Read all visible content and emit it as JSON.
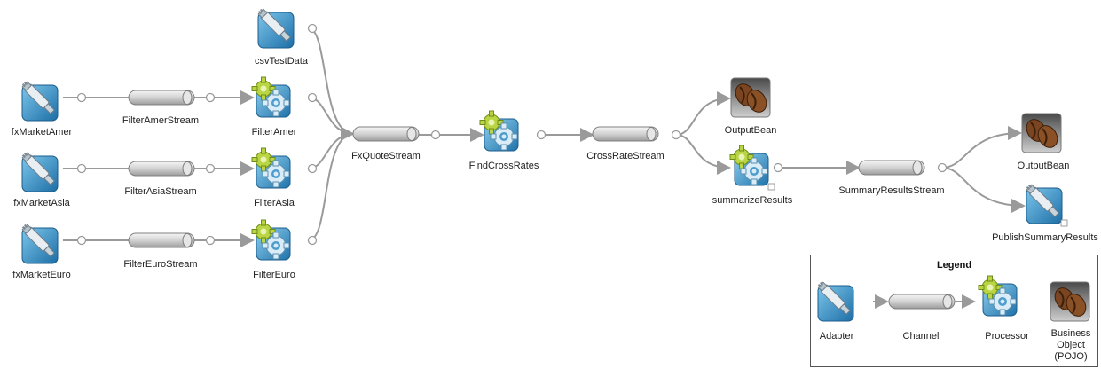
{
  "nodes": {
    "csvTestData": "csvTestData",
    "fxMarketAmer": "fxMarketAmer",
    "fxMarketAsia": "fxMarketAsia",
    "fxMarketEuro": "fxMarketEuro",
    "FilterAmerStream": "FilterAmerStream",
    "FilterAsiaStream": "FilterAsiaStream",
    "FilterEuroStream": "FilterEuroStream",
    "FilterAmer": "FilterAmer",
    "FilterAsia": "FilterAsia",
    "FilterEuro": "FilterEuro",
    "FxQuoteStream": "FxQuoteStream",
    "FindCrossRates": "FindCrossRates",
    "CrossRateStream": "CrossRateStream",
    "OutputBean1": "OutputBean",
    "summarizeResults": "summarizeResults",
    "SummaryResultsStream": "SummaryResultsStream",
    "OutputBean2": "OutputBean",
    "PublishSummaryResults": "PublishSummaryResults"
  },
  "legend": {
    "title": "Legend",
    "adapter": "Adapter",
    "channel": "Channel",
    "processor": "Processor",
    "business_object_1": "Business",
    "business_object_2": "Object",
    "business_object_3": "(POJO)"
  },
  "colors": {
    "edge": "#9a9a9a",
    "adapter_blue": "#3b8fc4",
    "processor_gear": "#a9cc3a",
    "bean_brown": "#6b3c1c",
    "channel_grey": "#d4d4d4"
  }
}
